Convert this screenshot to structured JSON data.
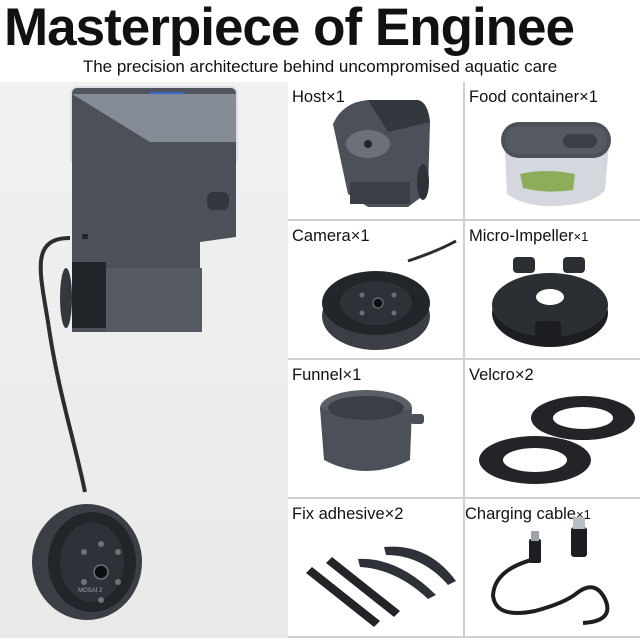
{
  "title": "Masterpiece of Enginee",
  "subtitle": "The precision architecture behind uncompromised aquatic care",
  "device": {
    "brand_text": "MOSAI 2"
  },
  "parts": [
    {
      "name": "Host",
      "qty": "×1"
    },
    {
      "name": "Food container",
      "qty": "×1"
    },
    {
      "name": "Camera",
      "qty": "×1"
    },
    {
      "name": "Micro-Impeller",
      "qty": "×1"
    },
    {
      "name": "Funnel",
      "qty": "×1"
    },
    {
      "name": "Velcro",
      "qty": "×2"
    },
    {
      "name": "Fix adhesive",
      "qty": "×2"
    },
    {
      "name": "Charging cable",
      "qty": "×1"
    }
  ],
  "colors": {
    "product": "#4b5059",
    "product_dark": "#33373e",
    "accent_blue": "#2f6bd8"
  }
}
